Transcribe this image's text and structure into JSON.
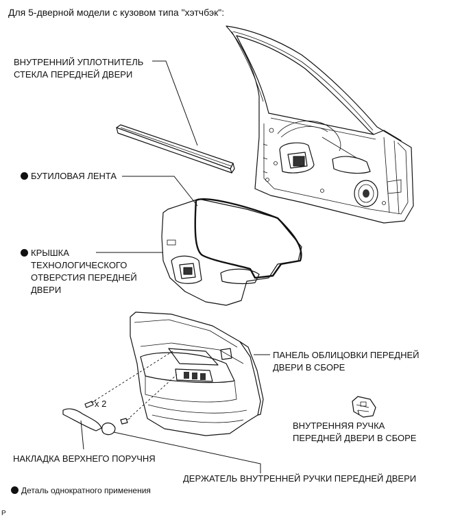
{
  "header": {
    "title": "Для 5-дверной модели с кузовом типа \"хэтчбэк\":"
  },
  "labels": {
    "inner_seal": [
      "ВНУТРЕННИЙ УПЛОТНИТЕЛЬ",
      "СТЕКЛА ПЕРЕДНЕЙ ДВЕРИ"
    ],
    "butyl_tape": "БУТИЛОВАЯ ЛЕНТА",
    "service_cover": [
      "КРЫШКА",
      "ТЕХНОЛОГИЧЕСКОГО",
      "ОТВЕРСТИЯ ПЕРЕДНЕЙ",
      "ДВЕРИ"
    ],
    "trim_panel": [
      "ПАНЕЛЬ ОБЛИЦОВКИ ПЕРЕДНЕЙ",
      "ДВЕРИ В СБОРЕ"
    ],
    "inside_handle": [
      "ВНУТРЕННЯЯ РУЧКА",
      "ПЕРЕДНЕЙ ДВЕРИ В СБОРЕ"
    ],
    "armrest_cover": "НАКЛАДКА ВЕРХНЕГО ПОРУЧНЯ",
    "handle_bezel": "ДЕРЖАТЕЛЬ ВНУТРЕННЕЙ РУЧКИ ПЕРЕДНЕЙ ДВЕРИ",
    "screw_count": "x 2"
  },
  "legend": {
    "text": "Деталь однократного применения"
  },
  "footer": {
    "code": "P"
  }
}
